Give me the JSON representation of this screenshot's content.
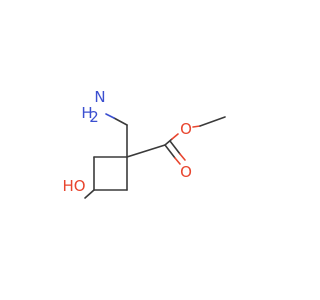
{
  "atoms": {
    "amine_n": "N",
    "amine_h": "H",
    "amine_h2": "2",
    "ester_o_single": "O",
    "ester_o_double": "O",
    "hydroxyl": "HO"
  },
  "colors": {
    "bond": "#3a3a3a",
    "oxygen": "#e8452e",
    "nitrogen": "#3b4fd0",
    "background": "#ffffff"
  }
}
